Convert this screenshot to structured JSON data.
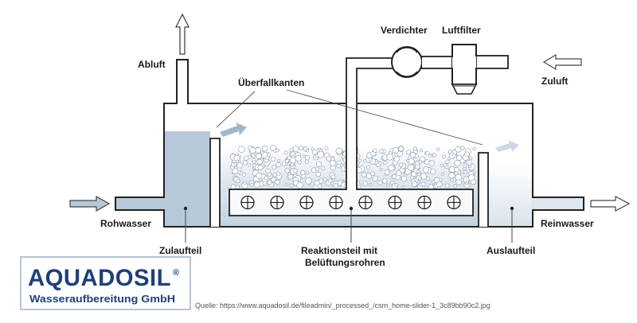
{
  "labels": {
    "abluft": "Abluft",
    "verdichter": "Verdichter",
    "luftfilter": "Luftfilter",
    "zuluft": "Zuluft",
    "ueberfallkanten": "Überfallkanten",
    "rohwasser": "Rohwasser",
    "reinwasser": "Reinwasser",
    "zulaufteil": "Zulaufteil",
    "reaktionsteil_line1": "Reaktionsteil mit",
    "reaktionsteil_line2": "Belüftungsrohren",
    "auslaufteil": "Auslaufteil"
  },
  "logo": {
    "name": "AQUADOSIL",
    "registered": "®",
    "subtitle": "Wasseraufbereitung GmbH"
  },
  "source": "Quelle: https://www.aquadosil.de/fileadmin/_processed_/csm_home-slider-1_3c89bb90c2.jpg",
  "colors": {
    "water": "#b9cad9",
    "water_light": "#dde6ee",
    "outline": "#222222",
    "arrow_fill": "#ffffff",
    "flow_arrow": "#9fb6cc",
    "logo_blue": "#1f3f7a"
  }
}
